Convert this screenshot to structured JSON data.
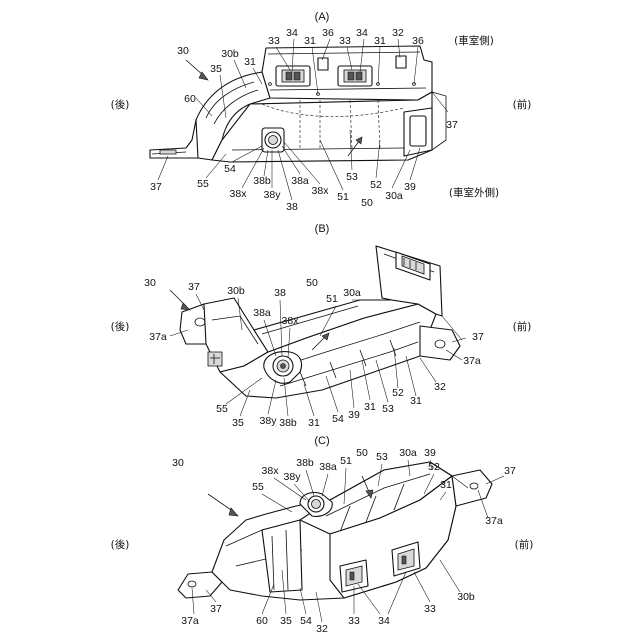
{
  "views": [
    {
      "title": "(A)",
      "side_left": "(後)",
      "side_right": "(前)",
      "label_top_right": "(車室側)",
      "label_bottom_right": "(車室外側)",
      "refs": [
        "30",
        "35",
        "30b",
        "31",
        "33",
        "34",
        "31",
        "36",
        "33",
        "34",
        "31",
        "32",
        "36",
        "60",
        "37",
        "37",
        "54",
        "55",
        "38x",
        "38b",
        "38y",
        "38",
        "38a",
        "38x",
        "51",
        "53",
        "52",
        "30a",
        "39",
        "50"
      ]
    },
    {
      "title": "(B)",
      "side_left": "(後)",
      "side_right": "(前)",
      "refs": [
        "30",
        "37",
        "37a",
        "30b",
        "38",
        "38a",
        "38x",
        "50",
        "51",
        "30a",
        "37",
        "37a",
        "55",
        "35",
        "38y",
        "38b",
        "31",
        "54",
        "39",
        "31",
        "53",
        "52",
        "31",
        "32"
      ]
    },
    {
      "title": "(C)",
      "side_left": "(後)",
      "side_right": "(前)",
      "refs": [
        "30",
        "38b",
        "38x",
        "38y",
        "38a",
        "51",
        "50",
        "53",
        "30a",
        "39",
        "52",
        "37",
        "55",
        "31",
        "37a",
        "37a",
        "37",
        "60",
        "35",
        "54",
        "32",
        "33",
        "34",
        "33",
        "30b"
      ]
    }
  ]
}
